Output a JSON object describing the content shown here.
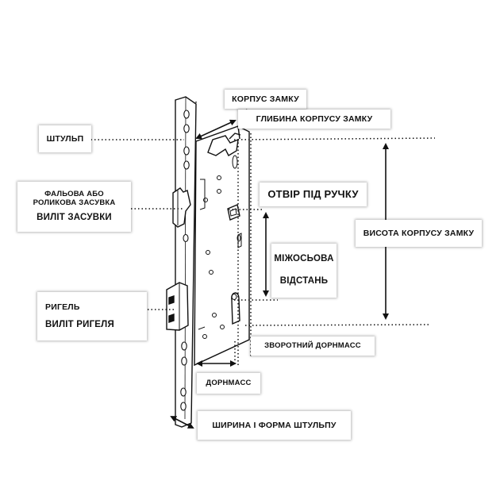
{
  "labels": {
    "korpus_zamku": "КОРПУС ЗАМКУ",
    "hlybyna_korpusu": "ГЛИБИНА КОРПУСУ ЗАМКУ",
    "shtulp": "ШТУЛЬП",
    "falova_line1": "ФАЛЬОВА АБО",
    "falova_line2": "РОЛИКОВА ЗАСУВКА",
    "vylit_zasuvky": "ВИЛІТ ЗАСУВКИ",
    "otvir_pid_ruchku": "ОТВІР ПІД РУЧКУ",
    "vysota_korpusu": "ВИСОТА КОРПУСУ ЗАМКУ",
    "mizhosova": "МІЖОСЬОВА",
    "vidstan": "ВІДСТАНЬ",
    "rygel": "РИГЕЛЬ",
    "vylit_rygelia": "ВИЛІТ РИГЕЛЯ",
    "zvorotnyi_dornmass": "ЗВОРОТНИЙ ДОРНМАСС",
    "dornmass": "ДОРНМАСС",
    "shyryna_shtulpu": "ШИРИНА І ФОРМА ШТУЛЬПУ"
  }
}
